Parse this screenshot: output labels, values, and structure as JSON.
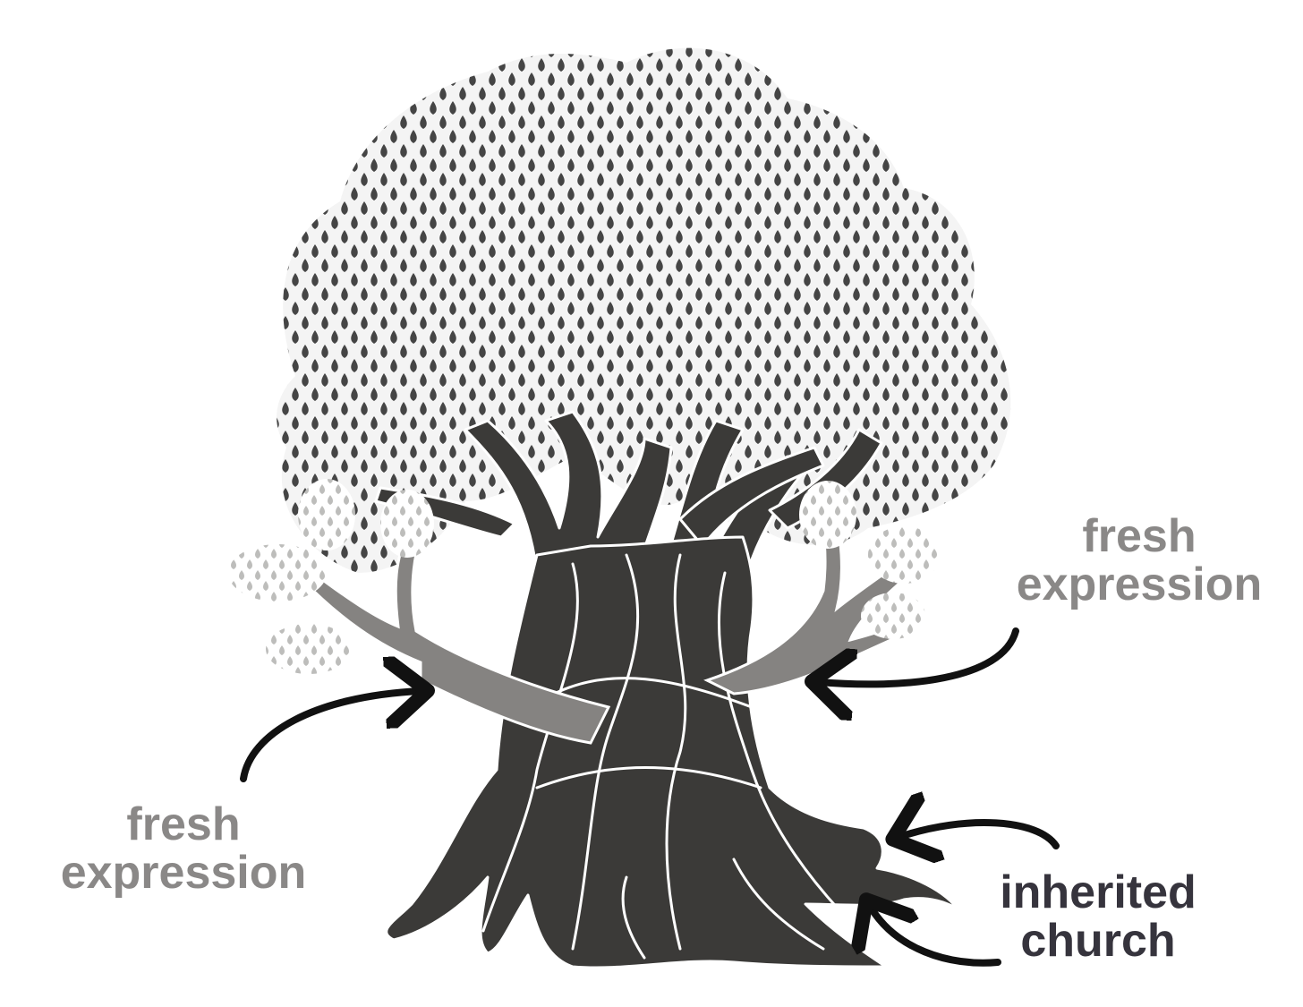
{
  "colors": {
    "background": "#ffffff",
    "canopy": "#454545",
    "trunk": "#3b3a38",
    "fresh_branch": "#858381",
    "fresh_leaves": "#bdbdbb",
    "fresh_label": "#8a8887",
    "inherited_label": "#36343d",
    "arrow": "#111111"
  },
  "labels": {
    "fresh_right": {
      "line1": "fresh",
      "line2": "expression"
    },
    "fresh_left": {
      "line1": "fresh",
      "line2": "expression"
    },
    "inherited": {
      "line1": "inherited",
      "line2": "church"
    }
  },
  "icons": {
    "tree": "olive-tree-icon",
    "arrows": "curved-arrow-icon"
  }
}
